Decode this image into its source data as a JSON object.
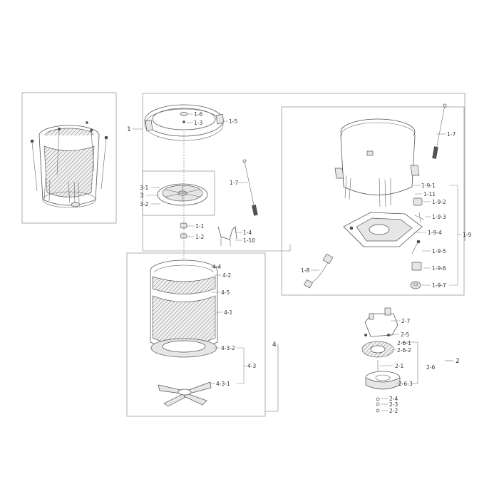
{
  "labels": {
    "l1": "1",
    "l1_1": "1-1",
    "l1_2": "1-2",
    "l1_3": "1-3",
    "l1_4": "1-4",
    "l1_5": "1-5",
    "l1_6": "1-6",
    "l1_7a": "1-7",
    "l1_7b": "1-7",
    "l1_8": "1-8",
    "l1_9": "1-9",
    "l1_9_1": "1-9-1",
    "l1_9_2": "1-9-2",
    "l1_9_3": "1-9-3",
    "l1_9_4": "1-9-4",
    "l1_9_5": "1-9-5",
    "l1_9_6": "1-9-6",
    "l1_9_7": "1-9-7",
    "l1_10": "1-10",
    "l1_11": "1-11",
    "l2": "2",
    "l2_1": "2-1",
    "l2_2": "2-2",
    "l2_3": "2-3",
    "l2_4": "2-4",
    "l2_5": "2-5",
    "l2_6": "2-6",
    "l2_6_1": "2-6-1",
    "l2_6_2": "2-6-2",
    "l2_6_3": "2-6-3",
    "l2_7": "2-7",
    "l3": "3",
    "l3_1": "3-1",
    "l3_2": "3-2",
    "l4": "4",
    "l4_1": "4-1",
    "l4_2": "4-2",
    "l4_3": "4-3",
    "l4_3_1": "4-3-1",
    "l4_3_2": "4-3-2",
    "l4_4": "4-4",
    "l4_5": "4-5"
  }
}
